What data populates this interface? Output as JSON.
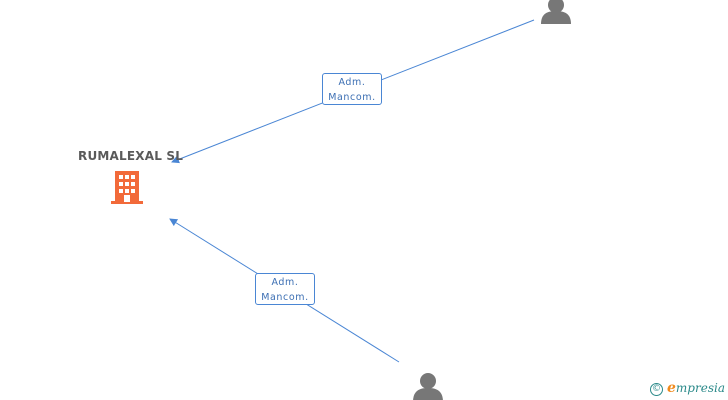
{
  "company": {
    "name": "RUMALEXAL SL",
    "icon": "building-icon",
    "color": "#f26a3a"
  },
  "relations": [
    {
      "role_line1": "Adm.",
      "role_line2": "Mancom.",
      "person_icon": "person-icon"
    },
    {
      "role_line1": "Adm.",
      "role_line2": "Mancom.",
      "person_icon": "person-icon"
    }
  ],
  "colors": {
    "edge": "#4a86d4",
    "person": "#777777"
  },
  "watermark": {
    "symbol": "©",
    "brand_initial": "e",
    "brand_rest": "mpresia"
  }
}
